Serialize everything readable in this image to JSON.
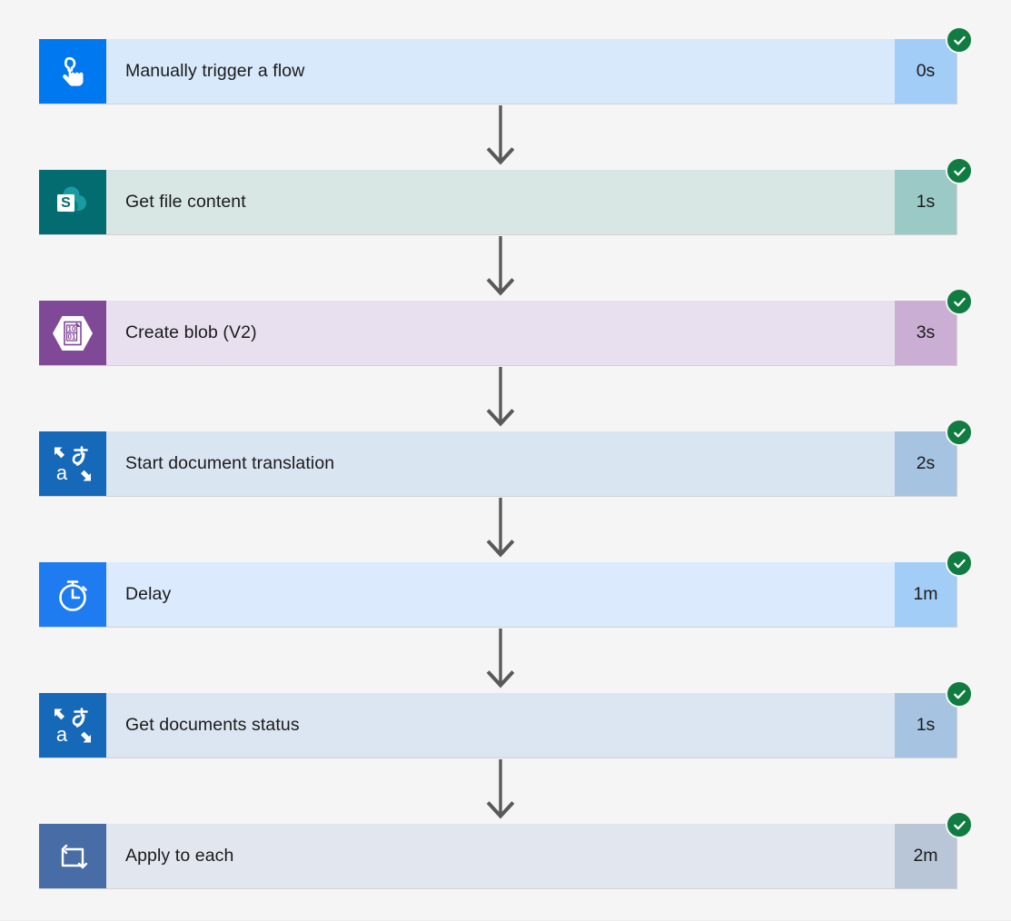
{
  "flow": {
    "background_color": "#f5f5f5",
    "status_badge": {
      "icon": "check-circle-icon",
      "label": "Succeeded",
      "color": "#107c41",
      "check_color": "#ffffff"
    },
    "connector": {
      "icon": "arrow-down-icon",
      "color": "#595959"
    },
    "steps": [
      {
        "title": "Manually trigger a flow",
        "duration": "0s",
        "status": "Succeeded",
        "icon": "manual-trigger-icon",
        "icon_bg": "#0078f0",
        "body_bg": "#d8e9fb",
        "duration_bg": "#a2cdf6"
      },
      {
        "title": "Get file content",
        "duration": "1s",
        "status": "Succeeded",
        "icon": "sharepoint-icon",
        "icon_bg": "#036c70",
        "body_bg": "#d8e6e4",
        "duration_bg": "#9bc9c6"
      },
      {
        "title": "Create blob (V2)",
        "duration": "3s",
        "status": "Succeeded",
        "icon": "azure-blob-storage-icon",
        "icon_bg": "#804998",
        "body_bg": "#e9e0ef",
        "duration_bg": "#cbaed4"
      },
      {
        "title": "Start document translation",
        "duration": "2s",
        "status": "Succeeded",
        "icon": "translator-icon",
        "icon_bg": "#1668b8",
        "body_bg": "#dae5f2",
        "duration_bg": "#a6c4e2"
      },
      {
        "title": "Delay",
        "duration": "1m",
        "status": "Succeeded",
        "icon": "stopwatch-icon",
        "icon_bg": "#1f7bf0",
        "body_bg": "#dbeafd",
        "duration_bg": "#a2cdf6"
      },
      {
        "title": "Get documents status",
        "duration": "1s",
        "status": "Succeeded",
        "icon": "translator-icon",
        "icon_bg": "#1668b8",
        "body_bg": "#dce6f2",
        "duration_bg": "#a6c4e2"
      },
      {
        "title": "Apply to each",
        "duration": "2m",
        "status": "Succeeded",
        "icon": "loop-foreach-icon",
        "icon_bg": "#486ca5",
        "body_bg": "#e2e6ee",
        "duration_bg": "#b8c6d8"
      }
    ]
  }
}
